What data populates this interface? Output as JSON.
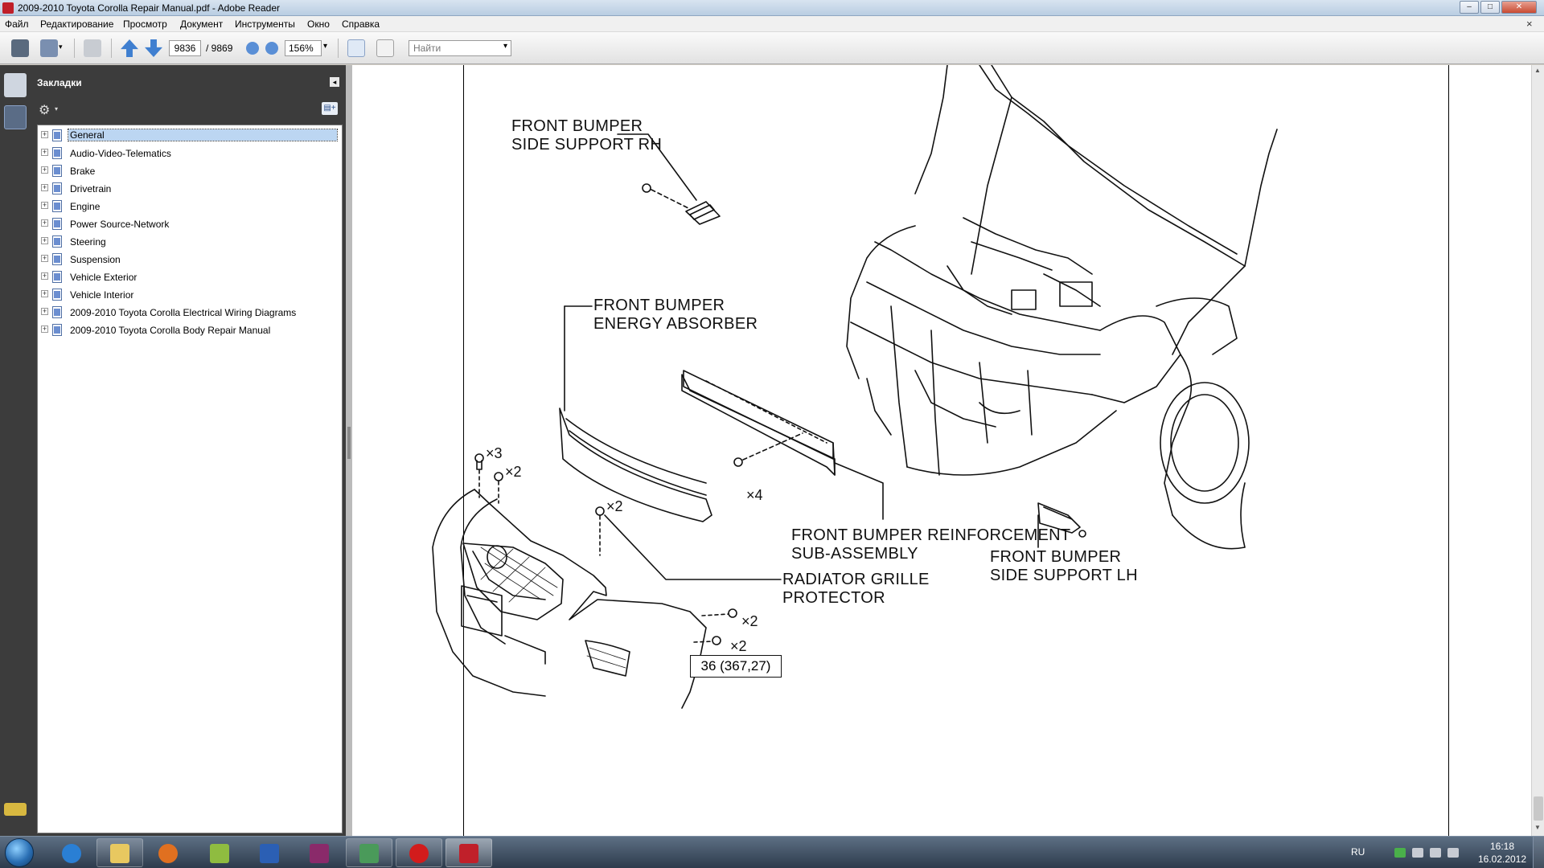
{
  "window": {
    "title": "2009-2010 Toyota Corolla Repair Manual.pdf - Adobe Reader",
    "min": "–",
    "max": "□",
    "close": "✕"
  },
  "menu": {
    "items": [
      "Файл",
      "Редактирование",
      "Просмотр",
      "Документ",
      "Инструменты",
      "Окно",
      "Справка"
    ],
    "close": "×"
  },
  "toolbar": {
    "page_current": "9836",
    "page_total": "/  9869",
    "zoom": "156%",
    "find_placeholder": "Найти",
    "dropdown_arrow": "▾"
  },
  "bookmarks": {
    "title": "Закладки",
    "collapse": "◂",
    "options_icon": "⚙",
    "options_arrow": "▾",
    "new_icon": "▤+",
    "expander": "+",
    "items": [
      "General",
      "Audio-Video-Telematics",
      "Brake",
      "Drivetrain",
      "Engine",
      "Power Source-Network",
      "Steering",
      "Suspension",
      "Vehicle Exterior",
      "Vehicle Interior",
      "2009-2010 Toyota Corolla Electrical Wiring Diagrams",
      "2009-2010 Toyota Corolla Body Repair Manual"
    ],
    "selected_index": 0
  },
  "diagram": {
    "labels": {
      "side_support_rh_1": "FRONT BUMPER",
      "side_support_rh_2": "SIDE SUPPORT RH",
      "energy_absorber_1": "FRONT BUMPER",
      "energy_absorber_2": "ENERGY ABSORBER",
      "reinforcement_1": "FRONT BUMPER REINFORCEMENT",
      "reinforcement_2": "SUB-ASSEMBLY",
      "grille_protector_1": "RADIATOR GRILLE",
      "grille_protector_2": "PROTECTOR",
      "side_support_lh_1": "FRONT BUMPER",
      "side_support_lh_2": "SIDE SUPPORT LH"
    },
    "quantities": {
      "clip_top": "×3",
      "clip_second": "×2",
      "bolt_grille": "×2",
      "nut_reinforcement": "×4",
      "screw_side_1": "×2",
      "screw_side_2": "×2"
    },
    "torque": "36 (367,27)"
  },
  "scrollbar": {
    "up": "▲",
    "down": "▼"
  },
  "taskbar": {
    "apps": [
      "internet-explorer",
      "explorer",
      "media-player",
      "app-green",
      "word",
      "winrar",
      "network-tool",
      "opera",
      "adobe-reader"
    ],
    "lang": "RU",
    "time": "16:18",
    "date": "16.02.2012"
  },
  "colors": {
    "dark_panel": "#3c3c3c",
    "selection": "#bcd6f2",
    "reader_red": "#c0202a"
  }
}
